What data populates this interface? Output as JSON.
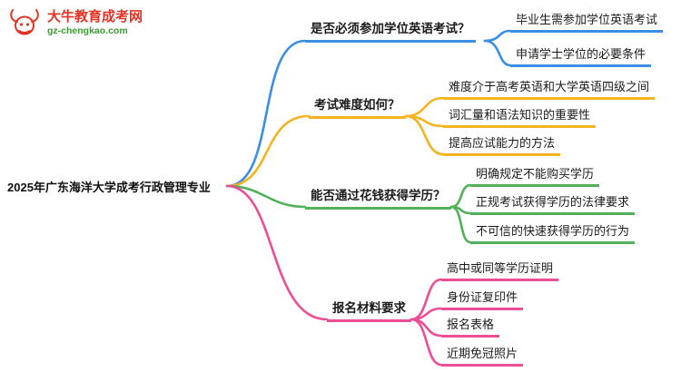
{
  "logo": {
    "site_name": "大牛教育成考网",
    "domain": "gz-chengkao.com",
    "brand_color": "#e23324",
    "domain_color": "#3f9c35"
  },
  "root": {
    "label": "2025年广东海洋大学成考行政管理专业"
  },
  "branches": [
    {
      "label": "是否必须参加学位英语考试？",
      "color": "#3a8ee6",
      "children": [
        "毕业生需参加学位英语考试",
        "申请学士学位的必要条件"
      ]
    },
    {
      "label": "考试难度如何？",
      "color": "#f5b320",
      "children": [
        "难度介于高考英语和大学英语四级之间",
        "词汇量和语法知识的重要性",
        "提高应试能力的方法"
      ]
    },
    {
      "label": "能否通过花钱获得学历？",
      "color": "#52b05a",
      "children": [
        "明确规定不能购买学历",
        "正规考试获得学历的法律要求",
        "不可信的快速获得学历的行为"
      ]
    },
    {
      "label": "报名材料要求",
      "color": "#ec4f96",
      "children": [
        "高中或同等学历证明",
        "身份证复印件",
        "报名表格",
        "近期免冠照片"
      ]
    }
  ]
}
